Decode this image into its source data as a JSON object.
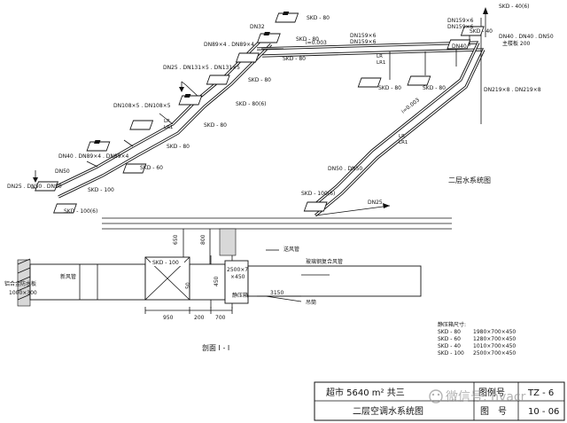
{
  "labels": {
    "skd80": "SKD - 80",
    "skd80_6": "SKD - 80(6)",
    "skd60": "SKD - 60",
    "skd100": "SKD - 100",
    "skd100_6": "SKD - 100(6)",
    "skd40": "SKD - 40",
    "skd40_6": "SKD - 40(6)",
    "dn32": "DN32",
    "dn89x4_dn89x4": "DN89×4 . DN89×4",
    "dn131x5_dn131x5": "DN25 . DN131×5 . DN131×5",
    "dn108_dn108": "DN108×5 . DN108×5",
    "dn40_dn89_dn89": "DN40 . DN89×4 . DN89×4",
    "dn50": "DN50",
    "dn25_dn50_dn50": "DN25 . DN50 . DN50",
    "dn159_1": "DN159×6",
    "dn159_2": "DN159×6",
    "i003": "i=0.003",
    "i003b": "i=0.003",
    "lr": "LR",
    "lr1": "LR1",
    "dn50_dn50": "DN50 . DN50",
    "dn25": "DN25",
    "dn159_r1": "DN159×6",
    "dn159_r2": "DN159×6",
    "dn40r": "DN40",
    "dn219": "DN219×8 . DN219×8",
    "dn40_dn40_dn50": "DN40 . DN40 . DN50",
    "valve200": "主楼板 200",
    "system_title": "二层水系统图",
    "section_title": "剖面 I - I",
    "fresh_air": "新风管",
    "louver": "铝合金防水板",
    "louver_size": "1000×300",
    "skd100_box": "SKD - 100",
    "plenum": "静压箱",
    "plenum_size": "2500×700",
    "plenum_size2": "×450",
    "supply_duct": "送风管",
    "glass_duct": "玻璃钢复合风管",
    "hanger": "吊筒",
    "dim_950": "950",
    "dim_200": "200",
    "dim_700": "700",
    "dim_3150": "3150",
    "dim_650": "650",
    "dim_800": "800",
    "dim_50": "50",
    "dim_450": "450"
  },
  "plenum_table": {
    "title": "静压箱尺寸:",
    "rows": [
      {
        "model": "SKD - 80",
        "size": "1980×700×450"
      },
      {
        "model": "SKD - 60",
        "size": "1280×700×450"
      },
      {
        "model": "SKD - 40",
        "size": "1010×700×450"
      },
      {
        "model": "SKD - 100",
        "size": "2500×700×450"
      }
    ]
  },
  "title_block": {
    "project": "超市 5640 m² 共三",
    "drawing_title": "二层空调水系统图",
    "atlas_label": "图例号",
    "atlas_no": "TZ - 6",
    "drawing_no_label": "图　号",
    "drawing_no": "10 - 06"
  },
  "watermark": "微信号: hvacr"
}
